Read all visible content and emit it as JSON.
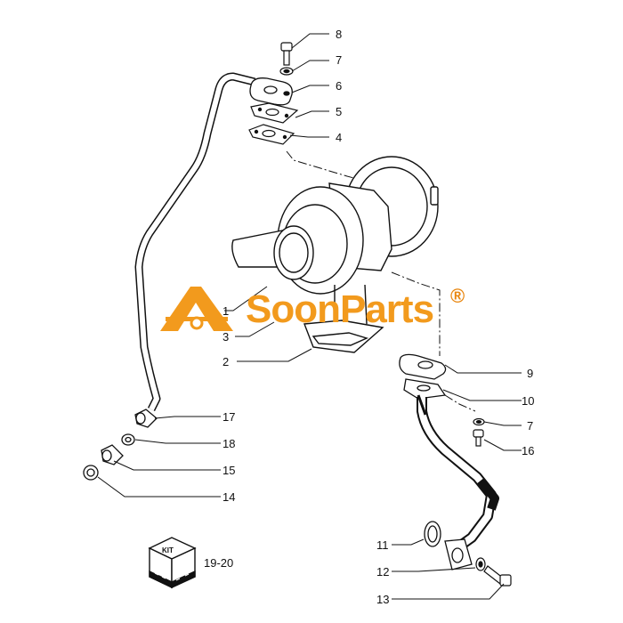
{
  "brand": {
    "name": "SoonParts",
    "registered_mark": "®",
    "color": "#f29a1d"
  },
  "callouts": [
    {
      "id": "c8",
      "label": "8"
    },
    {
      "id": "c7a",
      "label": "7"
    },
    {
      "id": "c6",
      "label": "6"
    },
    {
      "id": "c5",
      "label": "5"
    },
    {
      "id": "c4",
      "label": "4"
    },
    {
      "id": "c1",
      "label": "1"
    },
    {
      "id": "c3",
      "label": "3"
    },
    {
      "id": "c2",
      "label": "2"
    },
    {
      "id": "c9",
      "label": "9"
    },
    {
      "id": "c10",
      "label": "10"
    },
    {
      "id": "c7b",
      "label": "7"
    },
    {
      "id": "c16",
      "label": "16"
    },
    {
      "id": "c17",
      "label": "17"
    },
    {
      "id": "c18",
      "label": "18"
    },
    {
      "id": "c15",
      "label": "15"
    },
    {
      "id": "c14",
      "label": "14"
    },
    {
      "id": "c11",
      "label": "11"
    },
    {
      "id": "c12",
      "label": "12"
    },
    {
      "id": "c13",
      "label": "13"
    }
  ],
  "kit": {
    "badge": "KIT",
    "pages": "19-20"
  }
}
